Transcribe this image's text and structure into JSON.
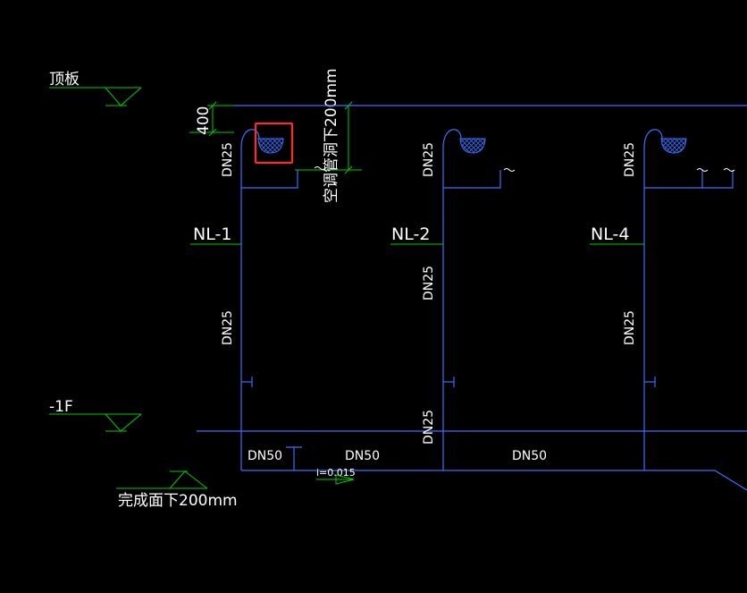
{
  "levels": {
    "roof": "顶板",
    "basement": "-1F",
    "finish": "完成面下200mm"
  },
  "dims": {
    "offset": "400",
    "ac_note": "空调管洞下200mm"
  },
  "risers": [
    {
      "tag": "NL-1",
      "size_top": "DN25",
      "size_mid": "DN25"
    },
    {
      "tag": "NL-2",
      "size_top": "DN25",
      "size_mid": "DN25",
      "size_low": "DN25"
    },
    {
      "tag": "NL-4",
      "size_top": "DN25",
      "size_mid": "DN25"
    }
  ],
  "main_pipe": {
    "seg1": "DN50",
    "seg2": "DN50",
    "seg3": "DN50",
    "slope": "i=0.015"
  },
  "colors": {
    "pipe": "#3a6fff",
    "annot": "#00cc00",
    "text": "#ffffff",
    "highlight": "#ff2a2a"
  }
}
